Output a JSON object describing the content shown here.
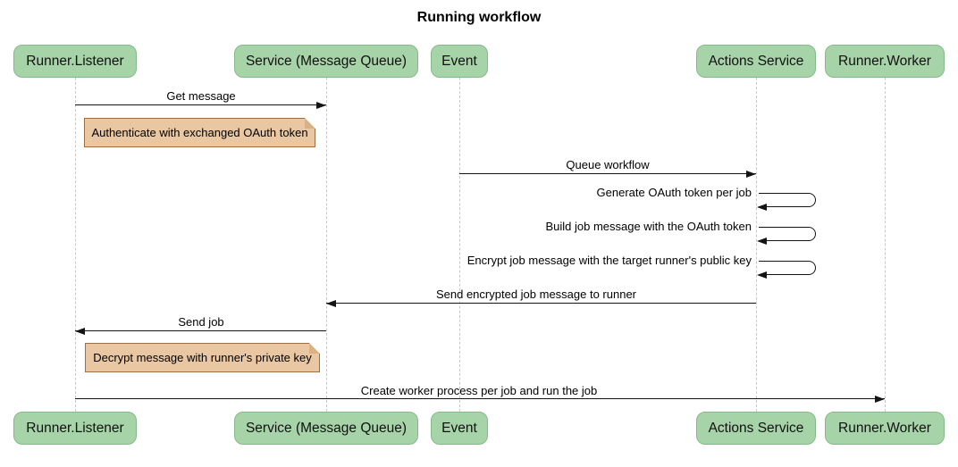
{
  "title": "Running workflow",
  "diagram_type": "sequence",
  "actors": [
    {
      "label": "Runner.Listener"
    },
    {
      "label": "Service (Message Queue)"
    },
    {
      "label": "Event"
    },
    {
      "label": "Actions Service"
    },
    {
      "label": "Runner.Worker"
    }
  ],
  "messages": [
    {
      "kind": "arrow",
      "text": "Get message",
      "from": "Runner.Listener",
      "to": "Service (Message Queue)"
    },
    {
      "kind": "note",
      "text": "Authenticate with exchanged OAuth token",
      "attached_to": "Runner.Listener"
    },
    {
      "kind": "arrow",
      "text": "Queue workflow",
      "from": "Event",
      "to": "Actions Service"
    },
    {
      "kind": "self",
      "text": "Generate OAuth token per job",
      "from": "Actions Service",
      "to": "Actions Service"
    },
    {
      "kind": "self",
      "text": "Build job message with the OAuth token",
      "from": "Actions Service",
      "to": "Actions Service"
    },
    {
      "kind": "self",
      "text": "Encrypt job message with the target runner's public key",
      "from": "Actions Service",
      "to": "Actions Service"
    },
    {
      "kind": "arrow",
      "text": "Send encrypted job message to runner",
      "from": "Actions Service",
      "to": "Service (Message Queue)"
    },
    {
      "kind": "arrow",
      "text": "Send job",
      "from": "Service (Message Queue)",
      "to": "Runner.Listener"
    },
    {
      "kind": "note",
      "text": "Decrypt message with runner's private key",
      "attached_to": "Runner.Listener"
    },
    {
      "kind": "arrow",
      "text": "Create worker process per job and run the job",
      "from": "Runner.Listener",
      "to": "Runner.Worker"
    }
  ],
  "colors": {
    "background": "#ffffff",
    "actor_fill": "#a7d3a9",
    "actor_border": "#86b989",
    "note_fill": "#e9c7a2",
    "note_border": "#9c7044",
    "lifeline": "#c7c7c7",
    "line": "#141414",
    "text": "#000000"
  }
}
